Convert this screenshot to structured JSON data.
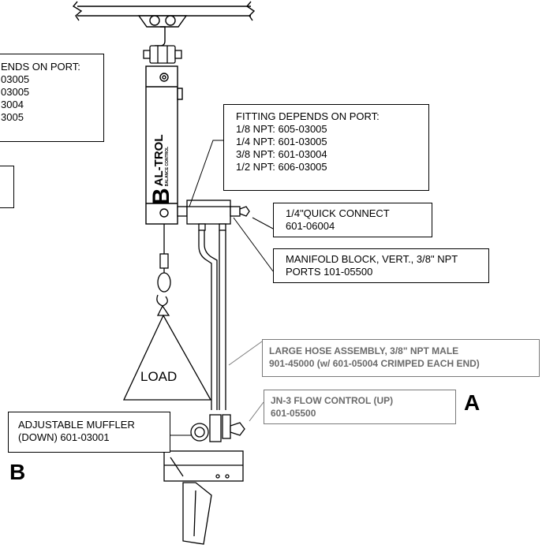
{
  "left_partial_box": {
    "lines": [
      "ENDS ON PORT:",
      "03005",
      "03005",
      "3004",
      "3005"
    ]
  },
  "fitting_box": {
    "lines": [
      "FITTING DEPENDS ON PORT:",
      "1/8 NPT: 605-03005",
      "1/4 NPT: 601-03005",
      "3/8 NPT: 601-03004",
      "1/2 NPT: 606-03005"
    ]
  },
  "quick_connect_box": {
    "lines": [
      "1/4\"QUICK CONNECT",
      "601-06004"
    ]
  },
  "manifold_box": {
    "lines": [
      "MANIFOLD BLOCK, VERT., 3/8\" NPT",
      "PORTS 101-05500"
    ]
  },
  "hose_box": {
    "lines": [
      "LARGE HOSE ASSEMBLY, 3/8\" NPT MALE",
      "901-45000 (w/ 601-05004 CRIMPED EACH END)"
    ]
  },
  "flow_control_box": {
    "lines": [
      "JN-3 FLOW CONTROL (UP)",
      "601-05500"
    ]
  },
  "muffler_box": {
    "lines": [
      "ADJUSTABLE MUFFLER",
      "(DOWN) 601-03001"
    ]
  },
  "letter_a": "A",
  "letter_b": "B",
  "load_label": "LOAD",
  "logo": {
    "brand": "AL-TROL",
    "initial": "B",
    "tagline": "BALANCE CONTROL"
  }
}
